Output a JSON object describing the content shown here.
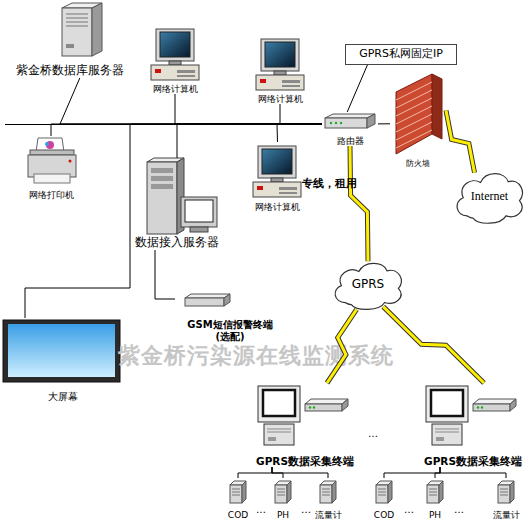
{
  "diagram": {
    "title": "紫金桥污染源在线监测系统",
    "nodes": [
      {
        "text": [
          "紫金桥数据库服务器"
        ]
      },
      {
        "text": [
          "网络计算机"
        ]
      },
      {
        "text": [
          "网络计算机"
        ]
      },
      {
        "text": [
          "GPRS私网固定IP"
        ]
      },
      {
        "text": [
          "路由器"
        ]
      },
      {
        "text": [
          "防火墙"
        ]
      },
      {
        "text": [
          "网络打印机"
        ]
      },
      {
        "text": [
          "网络计算机"
        ]
      },
      {
        "text": [
          "数据接入服务器"
        ]
      },
      {
        "text": [
          "Internet"
        ]
      },
      {
        "text": [
          "GPRS"
        ]
      },
      {
        "text": [
          "GSM短信报警终端 (选配)"
        ]
      },
      {
        "text": [
          "大屏幕"
        ]
      },
      {
        "text": [
          "GPRS数据采集终端"
        ]
      },
      {
        "text": [
          "GPRS数据采集终端"
        ]
      },
      {
        "text": [
          "COD"
        ]
      },
      {
        "text": [
          "PH"
        ]
      },
      {
        "text": [
          "流量计"
        ]
      },
      {
        "text": [
          "COD"
        ]
      },
      {
        "text": [
          "PH"
        ]
      },
      {
        "text": [
          "流量计"
        ]
      }
    ],
    "edges": [
      {
        "from": 0,
        "to": 4,
        "arrow": "none"
      },
      {
        "from": 1,
        "to": 4,
        "arrow": "none"
      },
      {
        "from": 2,
        "to": 4,
        "arrow": "none"
      },
      {
        "from": 6,
        "to": 4,
        "arrow": "none"
      },
      {
        "from": 8,
        "to": 4,
        "arrow": "none"
      },
      {
        "from": 7,
        "to": 4,
        "arrow": "none"
      },
      {
        "from": 12,
        "to": 4,
        "arrow": "none"
      },
      {
        "from": 3,
        "to": 4,
        "arrow": "none"
      },
      {
        "from": 4,
        "to": 5,
        "arrow": "none"
      },
      {
        "from": 5,
        "to": 9,
        "arrow": "none"
      },
      {
        "from": 4,
        "to": 10,
        "label": "专线，租用",
        "arrow": "none"
      },
      {
        "from": 8,
        "to": 11,
        "arrow": "none"
      },
      {
        "from": 10,
        "to": 13,
        "arrow": "none"
      },
      {
        "from": 10,
        "to": 14,
        "arrow": "none"
      },
      {
        "from": 13,
        "to": 15,
        "arrow": "none"
      },
      {
        "from": 13,
        "to": 16,
        "arrow": "none"
      },
      {
        "from": 13,
        "to": 17,
        "arrow": "none"
      },
      {
        "from": 14,
        "to": 18,
        "arrow": "none"
      },
      {
        "from": 14,
        "to": 19,
        "arrow": "none"
      },
      {
        "from": 14,
        "to": 20,
        "arrow": "none"
      }
    ],
    "labels": [
      "…",
      "…",
      "…",
      "…",
      "…"
    ]
  }
}
